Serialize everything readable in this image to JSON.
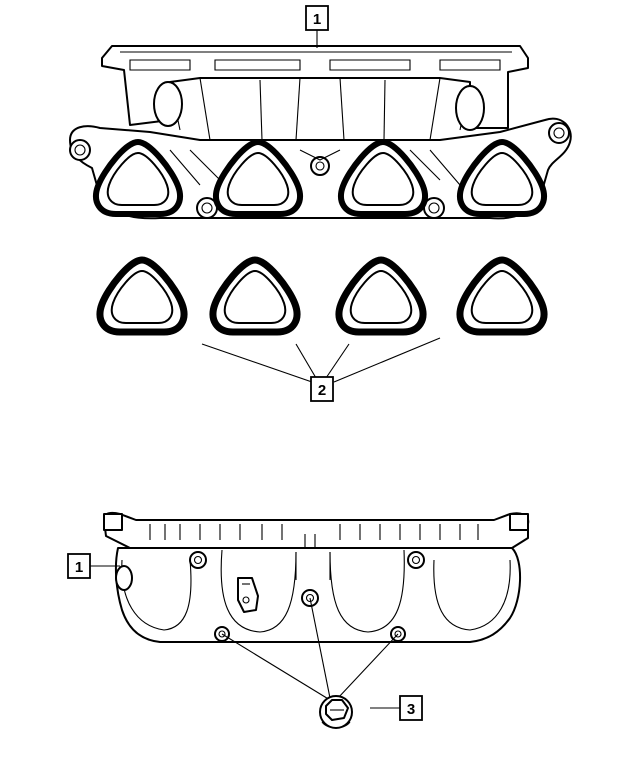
{
  "callouts": {
    "manifold_top": "1",
    "gaskets": "2",
    "manifold_bottom": "1",
    "bolt": "3"
  }
}
